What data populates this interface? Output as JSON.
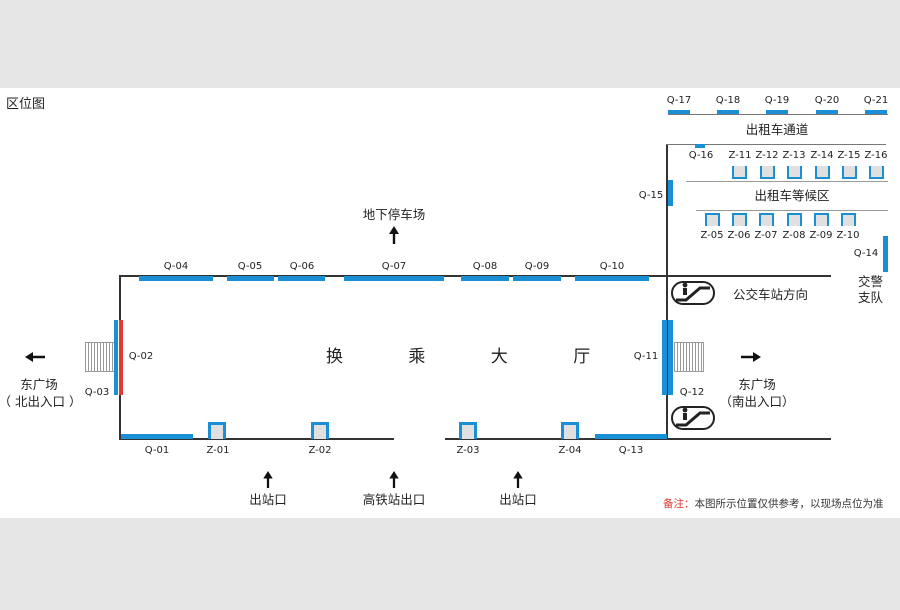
{
  "title": "区位图",
  "hall_label": "换 乘 大 厅",
  "areas": {
    "parking": "地下停车场",
    "taxi_passage": "出租车通道",
    "taxi_waiting": "出租车等候区",
    "bus_direction": "公交车站方向",
    "traffic_police_line1": "交警",
    "traffic_police_line2": "支队",
    "east_plaza_left_line1": "东广场",
    "east_plaza_left_line2": "（ 北出入口 ）",
    "east_plaza_right_line1": "东广场",
    "east_plaza_right_line2": "（南出入口）",
    "exit_left": "出站口",
    "rail_exit": "高铁站出口",
    "exit_right": "出站口"
  },
  "codes": {
    "q01": "Q-01",
    "q02": "Q-02",
    "q03": "Q-03",
    "q04": "Q-04",
    "q05": "Q-05",
    "q06": "Q-06",
    "q07": "Q-07",
    "q08": "Q-08",
    "q09": "Q-09",
    "q10": "Q-10",
    "q11": "Q-11",
    "q12": "Q-12",
    "q13": "Q-13",
    "q14": "Q-14",
    "q15": "Q-15",
    "q16": "Q-16",
    "q17": "Q-17",
    "q18": "Q-18",
    "q19": "Q-19",
    "q20": "Q-20",
    "q21": "Q-21",
    "z01": "Z-01",
    "z02": "Z-02",
    "z03": "Z-03",
    "z04": "Z-04",
    "z05": "Z-05",
    "z06": "Z-06",
    "z07": "Z-07",
    "z08": "Z-08",
    "z09": "Z-09",
    "z10": "Z-10",
    "z11": "Z-11",
    "z12": "Z-12",
    "z13": "Z-13",
    "z14": "Z-14",
    "z15": "Z-15",
    "z16": "Z-16"
  },
  "note": {
    "label": "备注：",
    "text": "本图所示位置仅供参考，以现场点位为准"
  },
  "colors": {
    "slot_blue": "#1a8fd6",
    "slot_red": "#e23a32",
    "wall": "#333333",
    "note_label": "#e23a32"
  }
}
